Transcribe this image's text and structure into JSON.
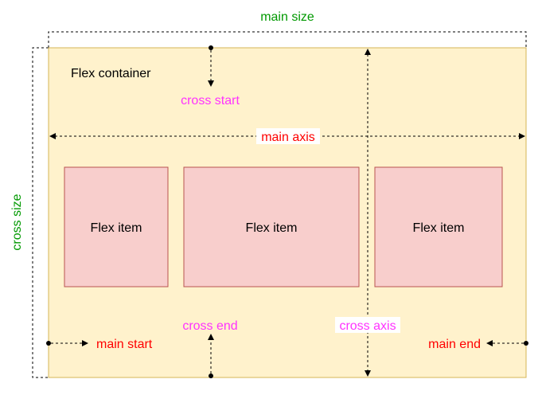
{
  "container": {
    "label": "Flex container"
  },
  "items": [
    {
      "label": "Flex item"
    },
    {
      "label": "Flex item"
    },
    {
      "label": "Flex item"
    }
  ],
  "labels": {
    "main_size": "main size",
    "cross_size": "cross size",
    "cross_start": "cross start",
    "cross_end": "cross end",
    "main_axis": "main axis",
    "cross_axis": "cross axis",
    "main_start": "main start",
    "main_end": "main end"
  },
  "colors": {
    "container_fill": "#fff2cc",
    "container_stroke": "#d6b656",
    "item_fill": "#f8cecc",
    "item_stroke": "#b85450",
    "size_label": "#009900",
    "cross_label": "#ff33ff",
    "axis_label": "#ff0000"
  }
}
